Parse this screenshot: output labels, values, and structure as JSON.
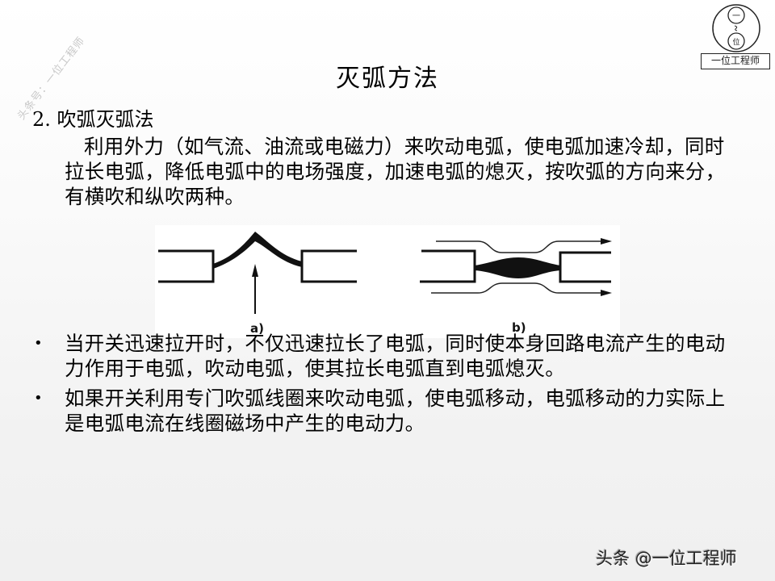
{
  "watermark": {
    "diagonal_text": "头条号：一位工程师",
    "footer_text": "头条 @一位工程师"
  },
  "logo": {
    "top_circle_char": "一",
    "bottom_circle_char": "位",
    "label": "一位工程师"
  },
  "slide": {
    "title": "灭弧方法",
    "section_heading": "2. 吹弧灭弧法",
    "intro_paragraph": "利用外力（如气流、油流或电磁力）来吹动电弧，使电弧加速冷却，同时拉长电弧，降低电弧中的电场强度，加速电弧的熄灭，按吹弧的方向来分，有横吹和纵吹两种。",
    "figure": {
      "label_a": "a)",
      "label_b": "b)",
      "description_a": "横吹: arc bowed upward between two contacts, airflow arrow from below",
      "description_b": "纵吹: arc along axis between contacts, airflow lines with arrows to the right"
    },
    "bullets": [
      {
        "text": "当开关迅速拉开时，不仅迅速拉长了电弧，同时使本身回路电流产生的电动力作用于电弧，吹动电弧，使其拉长电弧直到电弧熄灭。"
      },
      {
        "text": "如果开关利用专门吹弧线圈来吹动电弧，使电弧移动，电弧移动的力实际上是电弧电流在线圈磁场中产生的电动力。"
      }
    ],
    "bullet_symbol": "•"
  }
}
